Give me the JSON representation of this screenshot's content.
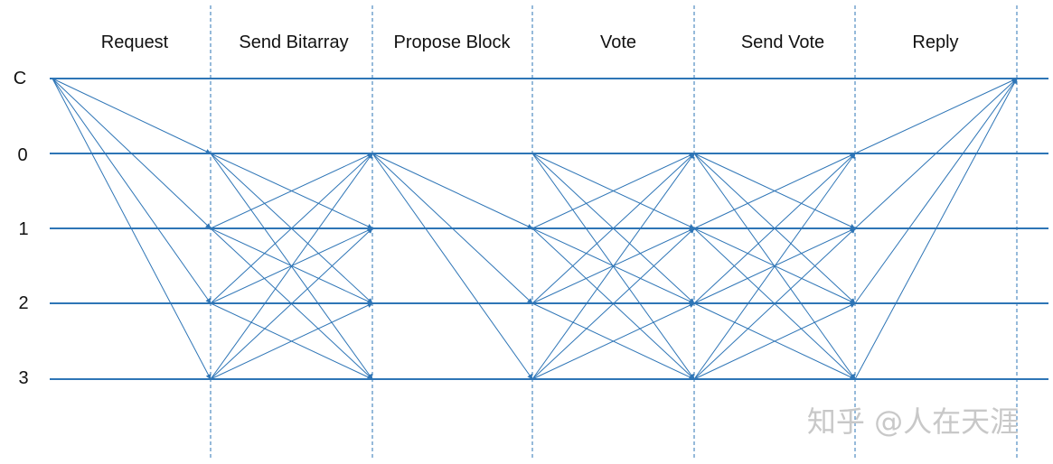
{
  "phases": [
    "Request",
    "Send Bitarray",
    "Propose Block",
    "Vote",
    "Send Vote",
    "Reply"
  ],
  "nodes": [
    "C",
    "0",
    "1",
    "2",
    "3"
  ],
  "watermark": "知乎 @人在天涯",
  "colors": {
    "line": "#2e75b6",
    "divider": "#2e75b6",
    "text": "#111111",
    "watermark": "#c8c8c8"
  }
}
